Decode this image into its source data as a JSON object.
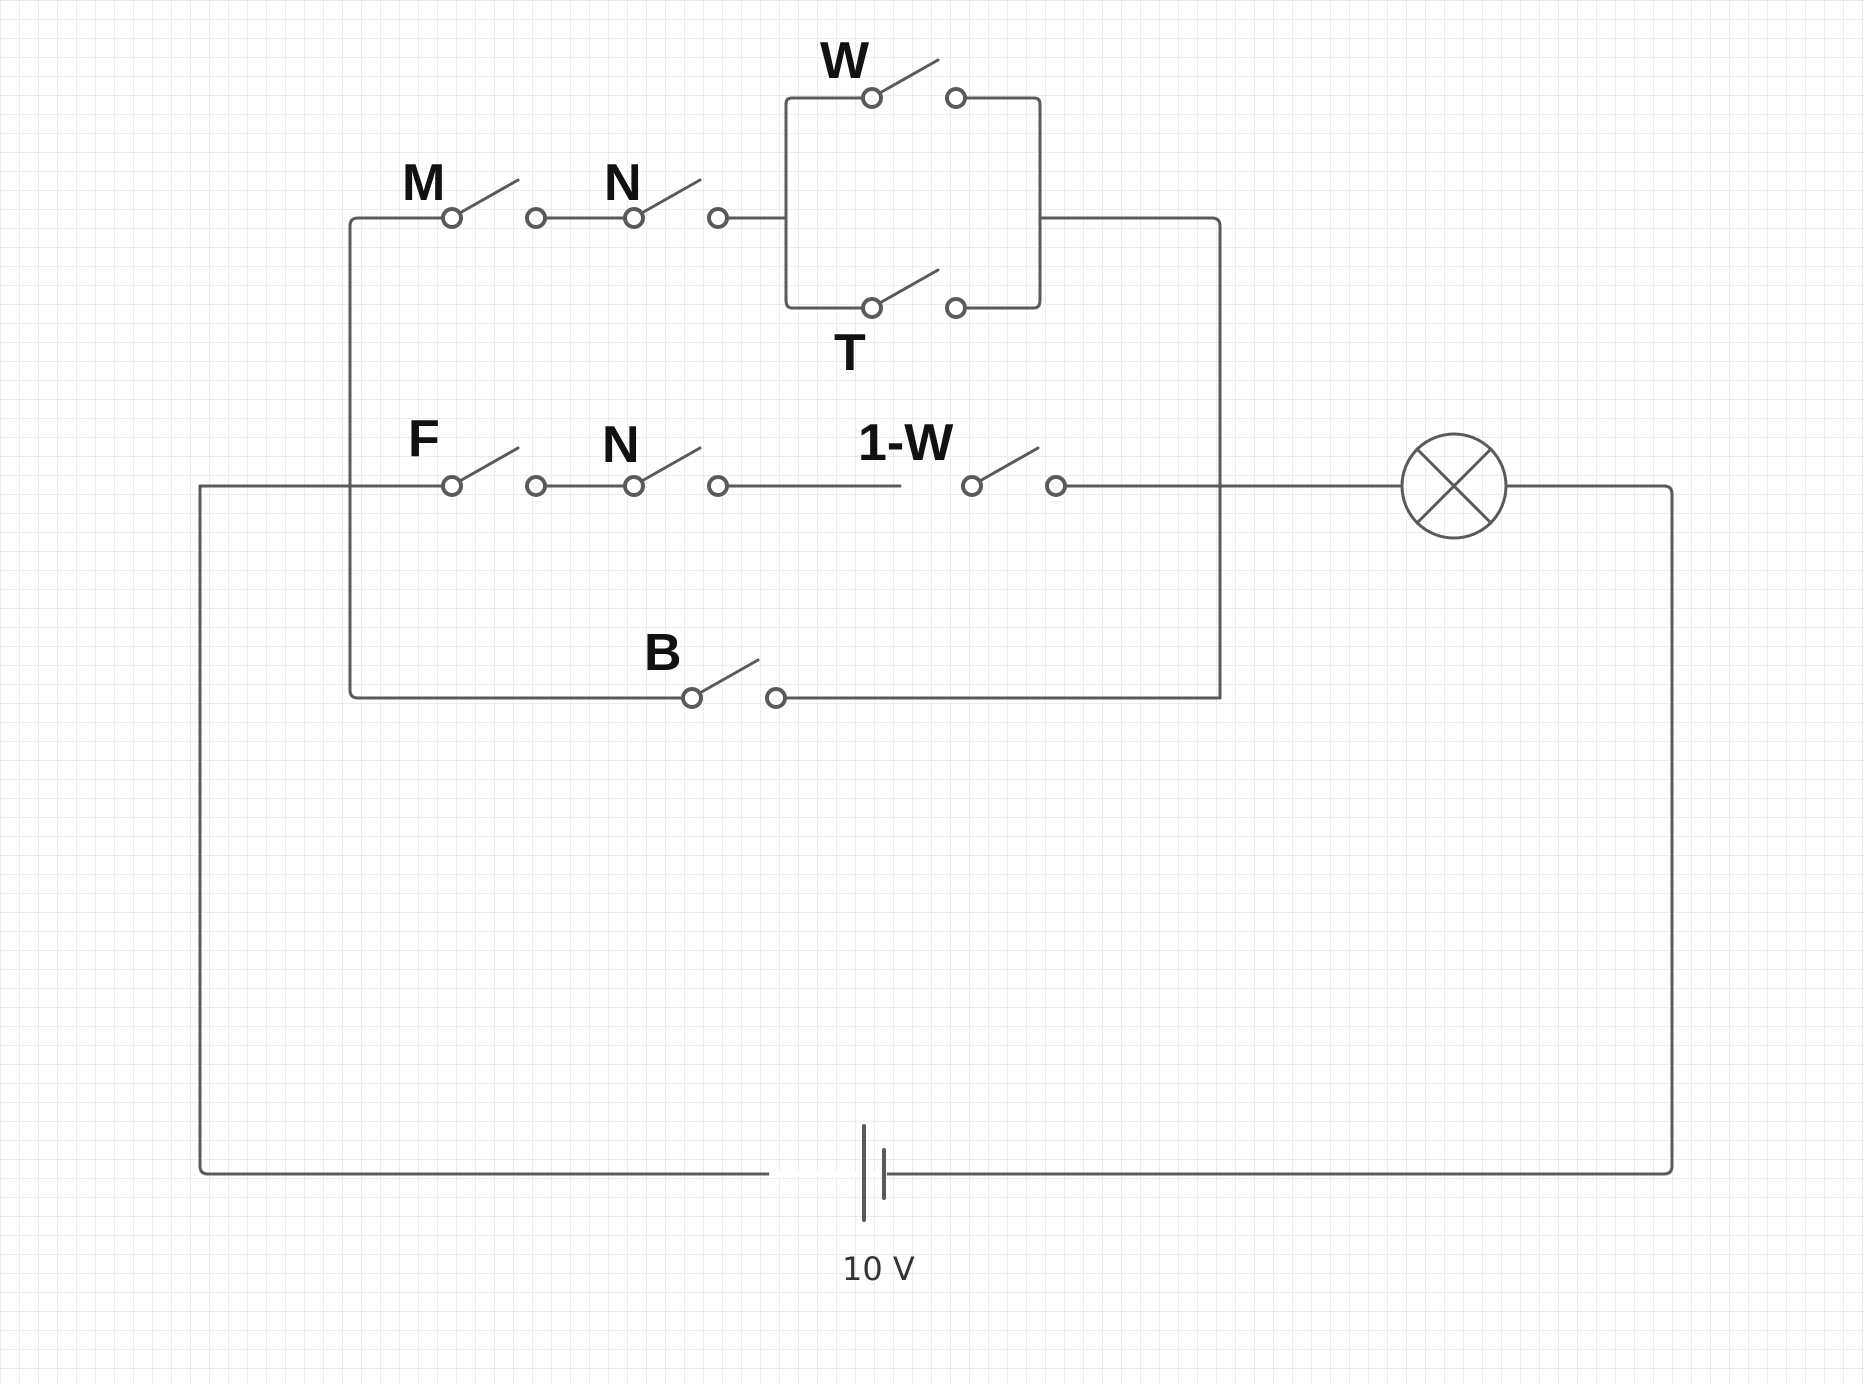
{
  "colors": {
    "wire": "#5a5a5a",
    "text": "#111111",
    "value_text": "#333333"
  },
  "switches": [
    {
      "id": "sw-m",
      "label": "M"
    },
    {
      "id": "sw-n-top",
      "label": "N"
    },
    {
      "id": "sw-w",
      "label": "W"
    },
    {
      "id": "sw-t",
      "label": "T"
    },
    {
      "id": "sw-f",
      "label": "F"
    },
    {
      "id": "sw-n-mid",
      "label": "N"
    },
    {
      "id": "sw-1w",
      "label": "1-W"
    },
    {
      "id": "sw-b",
      "label": "B"
    }
  ],
  "battery": {
    "voltage": "10 V"
  },
  "lamp": {
    "icon": "lamp-icon"
  }
}
